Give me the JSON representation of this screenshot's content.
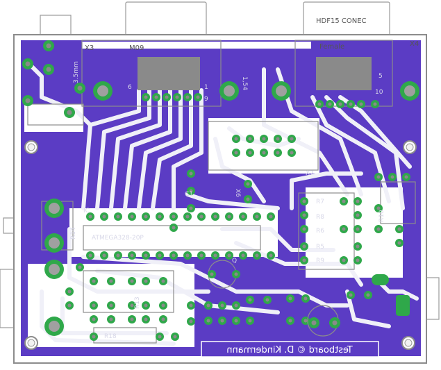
{
  "labels": {
    "m09": "M09",
    "x3": "X3",
    "hdf15": "HDF15 CONEC",
    "female": "Female",
    "x4": "X4",
    "mm35": "3.5mm",
    "num6": "6",
    "num1": "1",
    "num9": "9",
    "num5": "5",
    "num10": "10",
    "num154": "1,54",
    "ic": "IC",
    "chip": "ATMEGA328-20P",
    "x6": "X6",
    "x7": "X7",
    "r5": "R5",
    "r6": "R6",
    "r7": "R7",
    "r8": "R8",
    "r9": "R9",
    "r10": "R10",
    "r14": "R14",
    "r18": "R18",
    "r13": "R13",
    "q": "Q",
    "c1": "C1",
    "footer": "Testboard © D. Kindermann"
  },
  "colors": {
    "substrate": "#5b3cc4",
    "copper_trace": "#f0f0f8",
    "pad_ring": "#2fa84a",
    "pad_hole": "#8a8a8a",
    "silkscreen": "#8c8c8c",
    "footer_box": "#5b3cc4"
  }
}
